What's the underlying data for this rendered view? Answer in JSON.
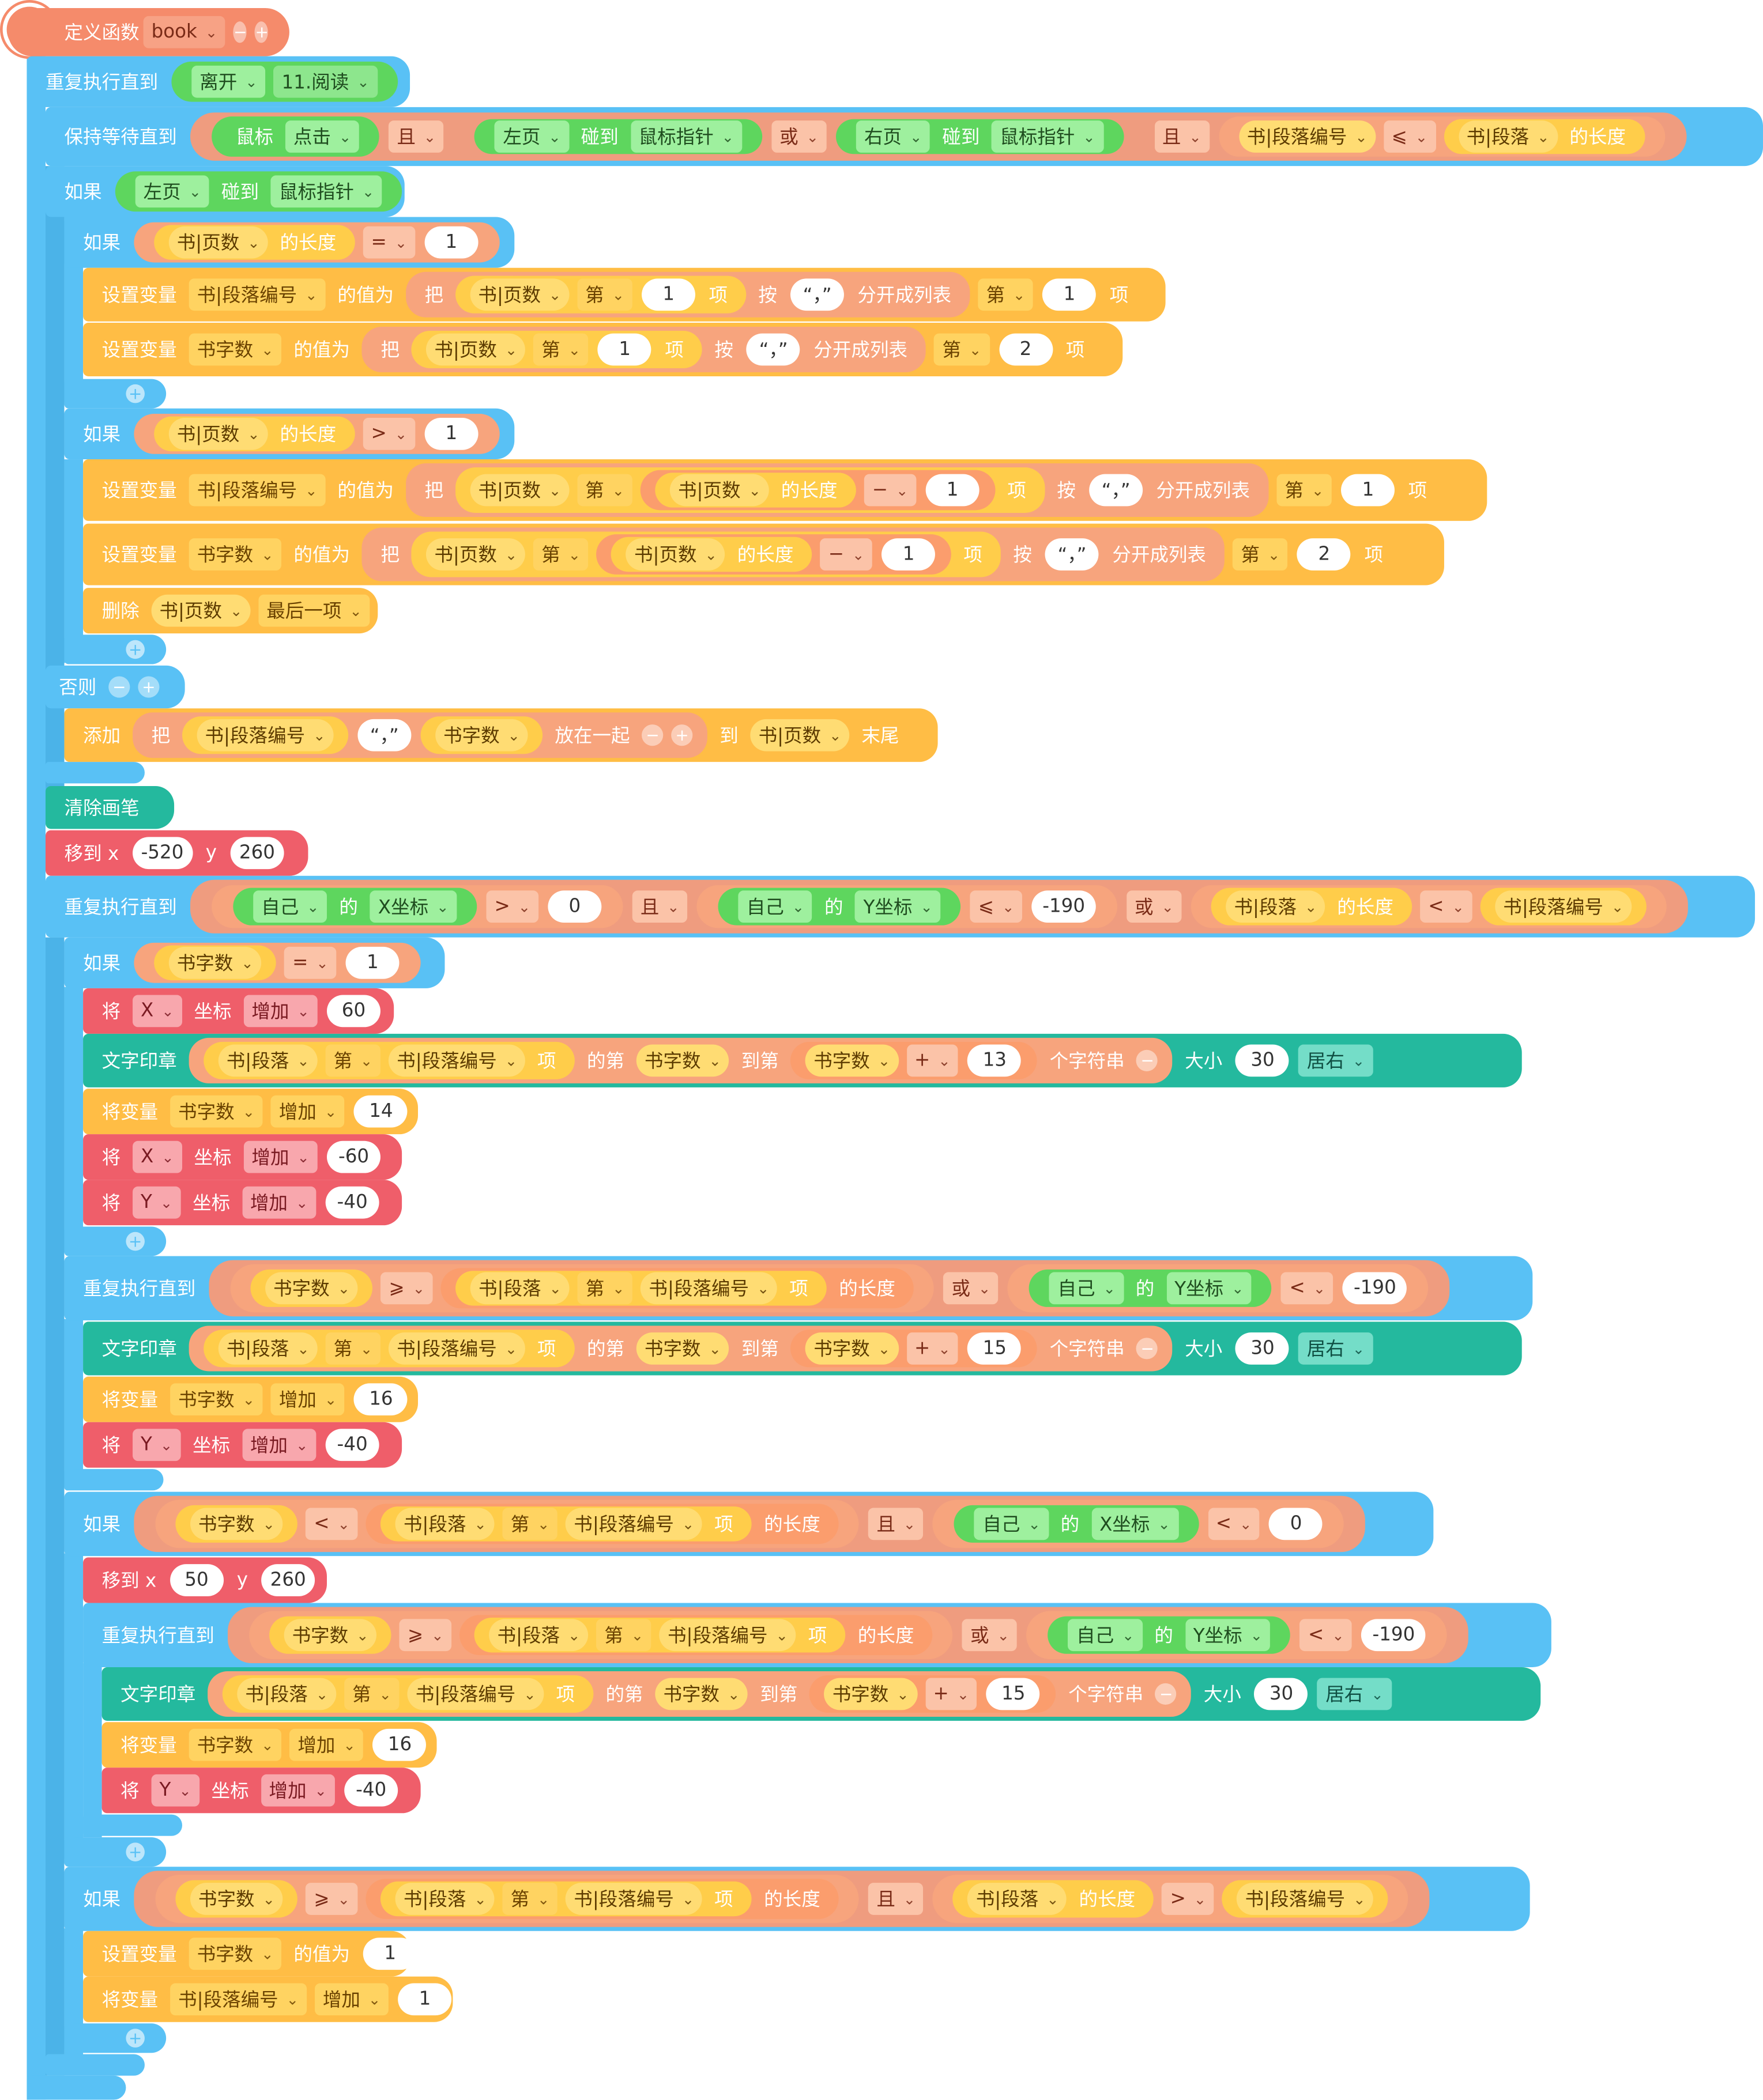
{
  "t": {
    "define": "定义函数",
    "fn": "book",
    "repeat_until": "重复执行直到",
    "leave": "离开",
    "read": "11.阅读",
    "wait_until": "保持等待直到",
    "mouse": "鼠标",
    "click": "点击",
    "and": "且",
    "left": "左页",
    "touch": "碰到",
    "pointer": "鼠标指针",
    "or": "或",
    "right": "右页",
    "para_no": "书|段落编号",
    "le": "⩽",
    "para": "书|段落",
    "length": "的长度",
    "if": "如果",
    "pages": "书|页数",
    "eq": "=",
    "gt": ">",
    "ge": "⩾",
    "lt": "<",
    "minus": "−",
    "plus": "+",
    "set": "设置变量",
    "val": "的值为",
    "put": "把",
    "nth": "第",
    "item": "项",
    "by": "按",
    "comma": "“，”",
    "split": "分开成列表",
    "chars": "书字数",
    "delete": "删除",
    "last": "最后一项",
    "else": "否则",
    "add": "添加",
    "join": "放在一起",
    "to": "到",
    "end": "末尾",
    "clear": "清除画笔",
    "goto": "移到 x",
    "y": "y",
    "self": "自己",
    "of": "的",
    "xcoord": "X坐标",
    "ycoord": "Y坐标",
    "set_x": "将",
    "axis_x": "X",
    "axis_y": "Y",
    "coord": "坐标",
    "inc": "增加",
    "stamp": "文字印章",
    "of_nth": "的第",
    "to_nth": "到第",
    "chars_str": "个字符串",
    "size": "大小",
    "align": "居右",
    "change": "将变量"
  },
  "n": {
    "one": "1",
    "two": "2",
    "neg520": "-520",
    "p260": "260",
    "zero": "0",
    "neg190": "-190",
    "p60": "60",
    "p13": "13",
    "p30": "30",
    "p14": "14",
    "neg60": "-60",
    "neg40": "-40",
    "p15": "15",
    "p16": "16",
    "p50": "50"
  }
}
